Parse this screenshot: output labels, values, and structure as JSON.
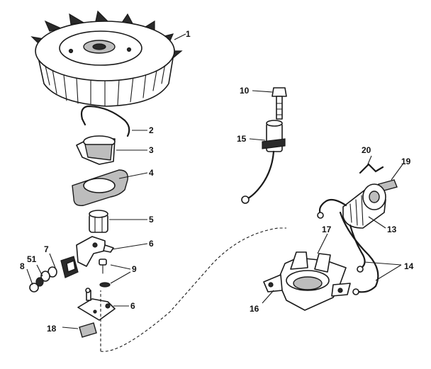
{
  "callouts": {
    "c1": "1",
    "c2": "2",
    "c3": "3",
    "c4": "4",
    "c5": "5",
    "c6a": "6",
    "c6b": "6",
    "c7": "7",
    "c8": "8",
    "c9": "9",
    "c10": "10",
    "c13": "13",
    "c14": "14",
    "c15": "15",
    "c16": "16",
    "c17": "17",
    "c18": "18",
    "c19": "19",
    "c20": "20",
    "c51": "51"
  }
}
